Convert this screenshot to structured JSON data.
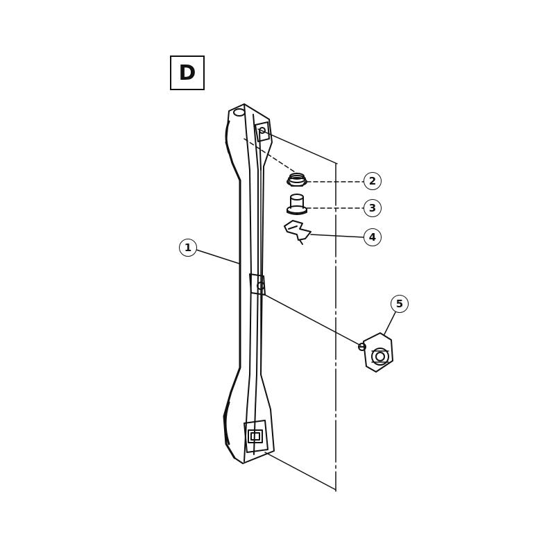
{
  "section_label": "D",
  "callouts": {
    "c1": "1",
    "c2": "2",
    "c3": "3",
    "c4": "4",
    "c5": "5"
  },
  "colors": {
    "ink": "#111111",
    "paper": "#ffffff"
  }
}
